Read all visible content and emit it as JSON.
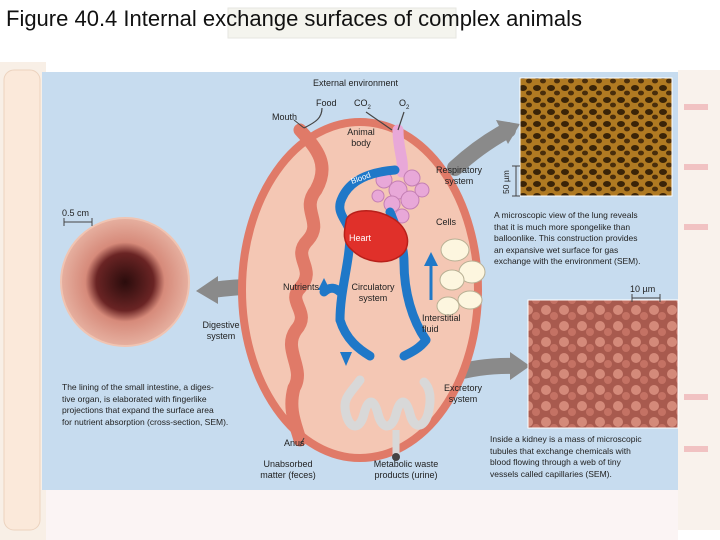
{
  "title": "Figure 40.4 Internal exchange surfaces of complex animals",
  "labels": {
    "external_environment": "External environment",
    "food": "Food",
    "co2": "CO",
    "co2_sub": "2",
    "o2": "O",
    "o2_sub": "2",
    "mouth": "Mouth",
    "animal_body_line1": "Animal",
    "animal_body_line2": "body",
    "respiratory_system_line1": "Respiratory",
    "respiratory_system_line2": "system",
    "blood": "Blood",
    "cells": "Cells",
    "heart": "Heart",
    "nutrients": "Nutrients",
    "circulatory_system_line1": "Circulatory",
    "circulatory_system_line2": "system",
    "interstitial_fluid_line1": "Interstitial",
    "interstitial_fluid_line2": "fluid",
    "digestive_system_line1": "Digestive",
    "digestive_system_line2": "system",
    "excretory_system_line1": "Excretory",
    "excretory_system_line2": "system",
    "anus": "Anus",
    "unabsorbed_line1": "Unabsorbed",
    "unabsorbed_line2": "matter (feces)",
    "metabolic_line1": "Metabolic waste",
    "metabolic_line2": "products (urine)"
  },
  "scale_bars": {
    "intestine": "0.5 cm",
    "lung": "50 µm",
    "kidney": "10 µm"
  },
  "captions": {
    "lung": "A microscopic view of the lung reveals\nthat it is much more spongelike than\nballoonlike. This construction provides\nan expansive wet surface for gas\nexchange with the environment (SEM).",
    "intestine": "The lining of the small intestine, a diges-\ntive organ, is elaborated with fingerlike\nprojections that expand the surface area\nfor nutrient absorption (cross-section, SEM).",
    "kidney": "Inside a kidney is a mass of microscopic\ntubules that exchange chemicals with\nblood flowing through a web of tiny\nvessels called capillaries (SEM)."
  },
  "colors": {
    "panel": "#c7dcef",
    "body_fill": "#f4c7b4",
    "body_outline": "#e07a68",
    "blood_vessel": "#1f78c8",
    "heart": "#e0302a",
    "respiratory": "#e8a8d8",
    "excretory": "#d8d8d8",
    "arrow": "#8a8a8a",
    "lung_tissue": "#a8741e",
    "intestine_tissue": "#d48a78",
    "kidney_tissue": "#c07060"
  }
}
